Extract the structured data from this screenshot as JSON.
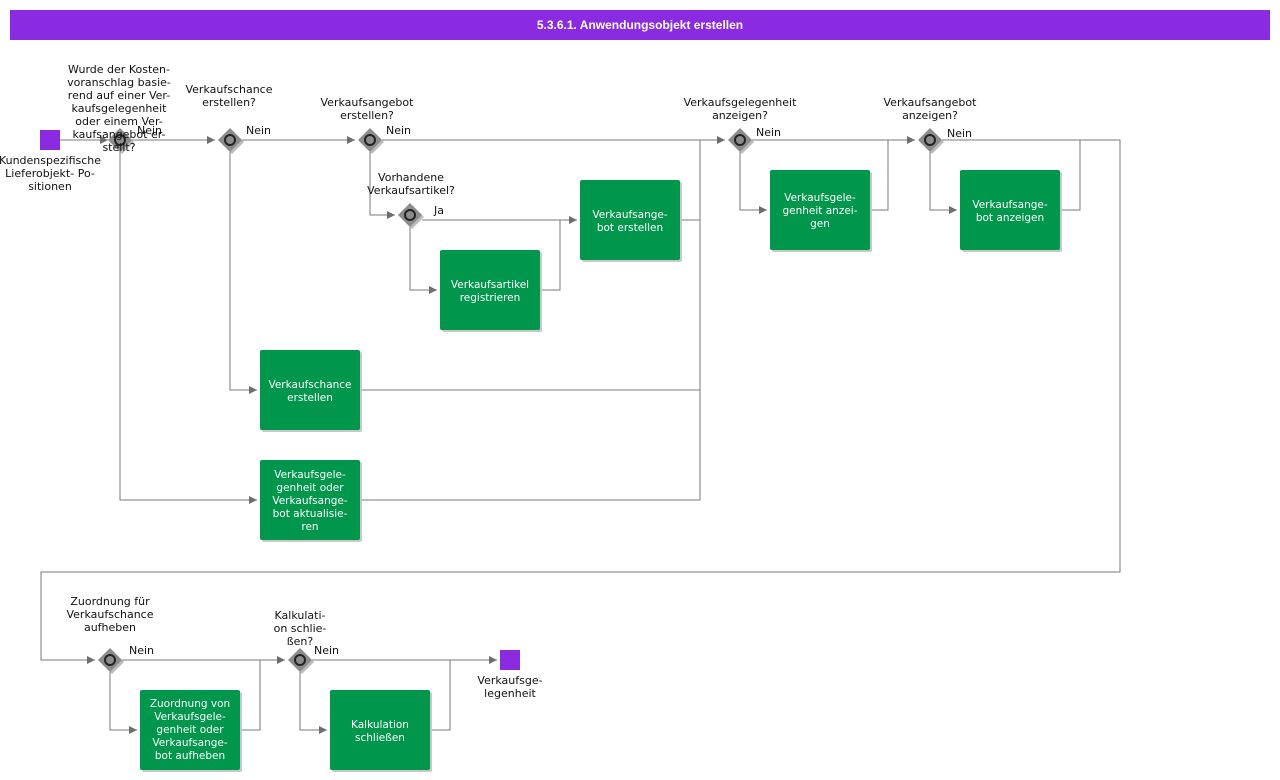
{
  "title": "5.3.6.1. Anwendungsobjekt erstellen",
  "colors": {
    "title_bar": "#8a2be2",
    "task": "#00964b",
    "event": "#8a2be2",
    "gateway": "#8c8c8c"
  },
  "events": {
    "start": {
      "label": [
        "Kundenspezifische",
        "Lieferobjekt-    Po-",
        "sitionen"
      ]
    },
    "end": {
      "label": [
        "Verkaufsge-",
        "legenheit"
      ]
    }
  },
  "gateways": {
    "g1": {
      "question": [
        "Wurde der Kosten-",
        "voranschlag basie-",
        "rend auf einer Ver-",
        "kaufsgelegenheit",
        "oder einem Ver-",
        "kaufsangebot er-",
        "stellt?"
      ],
      "branch": "Nein"
    },
    "g2": {
      "question": [
        "Verkaufschance",
        "erstellen?"
      ],
      "branch": "Nein"
    },
    "g3": {
      "question": [
        "Verkaufsangebot",
        "erstellen?"
      ],
      "branch": "Nein"
    },
    "g4": {
      "question": [
        "Vorhandene",
        "Verkaufsartikel?"
      ],
      "branch": "Ja"
    },
    "g5": {
      "question": [
        "Verkaufsgelegenheit",
        "anzeigen?"
      ],
      "branch": "Nein"
    },
    "g6": {
      "question": [
        "Verkaufsangebot",
        "anzeigen?"
      ],
      "branch": "Nein"
    },
    "g7": {
      "question": [
        "Zuordnung für",
        "Verkaufschance",
        "aufheben"
      ],
      "branch": "Nein"
    },
    "g8": {
      "question": [
        "Kalkulati-",
        "on schlie-",
        "ßen?"
      ],
      "branch": "Nein"
    }
  },
  "tasks": {
    "angebot_erstellen": [
      "Verkaufsange-",
      "bot erstellen"
    ],
    "artikel_registrieren": [
      "Verkaufsartikel",
      "registrieren"
    ],
    "chance_erstellen": [
      "Verkaufschance",
      "erstellen"
    ],
    "aktualisieren": [
      "Verkaufsgele-",
      "genheit  oder",
      "Verkaufsange-",
      "bot  aktualisie-",
      "ren"
    ],
    "gelegenheit_anzeigen": [
      "Verkaufsgele-",
      "genheit  anzei-",
      "gen"
    ],
    "angebot_anzeigen": [
      "Verkaufsange-",
      "bot anzeigen"
    ],
    "zuordnung_aufheben": [
      "Zuordnung von",
      "Verkaufsgele-",
      "genheit  oder",
      "Verkaufsange-",
      "bot  aufheben"
    ],
    "kalkulation_schliessen": [
      "Kalkulation",
      "schließen"
    ]
  }
}
